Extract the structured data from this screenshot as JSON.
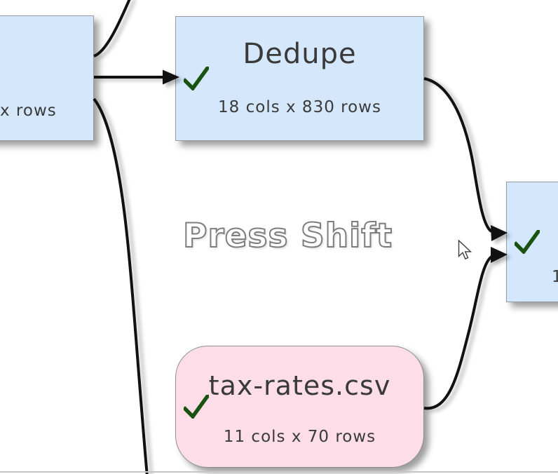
{
  "canvas": {
    "watermark": "Press Shift",
    "background": "#ffffff"
  },
  "colors": {
    "node_blue_fill": "#d5e7fb",
    "node_blue_border": "#959ba3",
    "node_pink_fill": "#fcdde8",
    "node_pink_border": "#8f8f8f",
    "check_green": "#1a5311",
    "edge_black": "#111111",
    "text": "#3a3a3a"
  },
  "icons": {
    "check": "✓",
    "cursor": "arrow-pointer"
  },
  "nodes": {
    "left": {
      "visible_text_fragment": "x rows",
      "shape": "rectangle",
      "status": "completed"
    },
    "dedupe": {
      "title": "Dedupe",
      "subtitle": "18 cols x 830 rows",
      "shape": "rectangle",
      "status": "completed"
    },
    "right": {
      "visible_text_fragment": "1",
      "shape": "rectangle",
      "status": "completed"
    },
    "tax_rates": {
      "title": "tax-rates.csv",
      "subtitle": "11 cols x 70 rows",
      "shape": "rounded-rectangle",
      "status": "completed"
    }
  },
  "edges": [
    {
      "from": "left-node",
      "to": "off-screen-top",
      "arrowhead": false
    },
    {
      "from": "left-node",
      "to": "dedupe-node",
      "arrowhead": true
    },
    {
      "from": "left-node",
      "to": "off-screen-bottom",
      "arrowhead": false
    },
    {
      "from": "dedupe-node",
      "to": "right-node",
      "arrowhead": true
    },
    {
      "from": "tax-rates-node",
      "to": "right-node",
      "arrowhead": true
    }
  ]
}
